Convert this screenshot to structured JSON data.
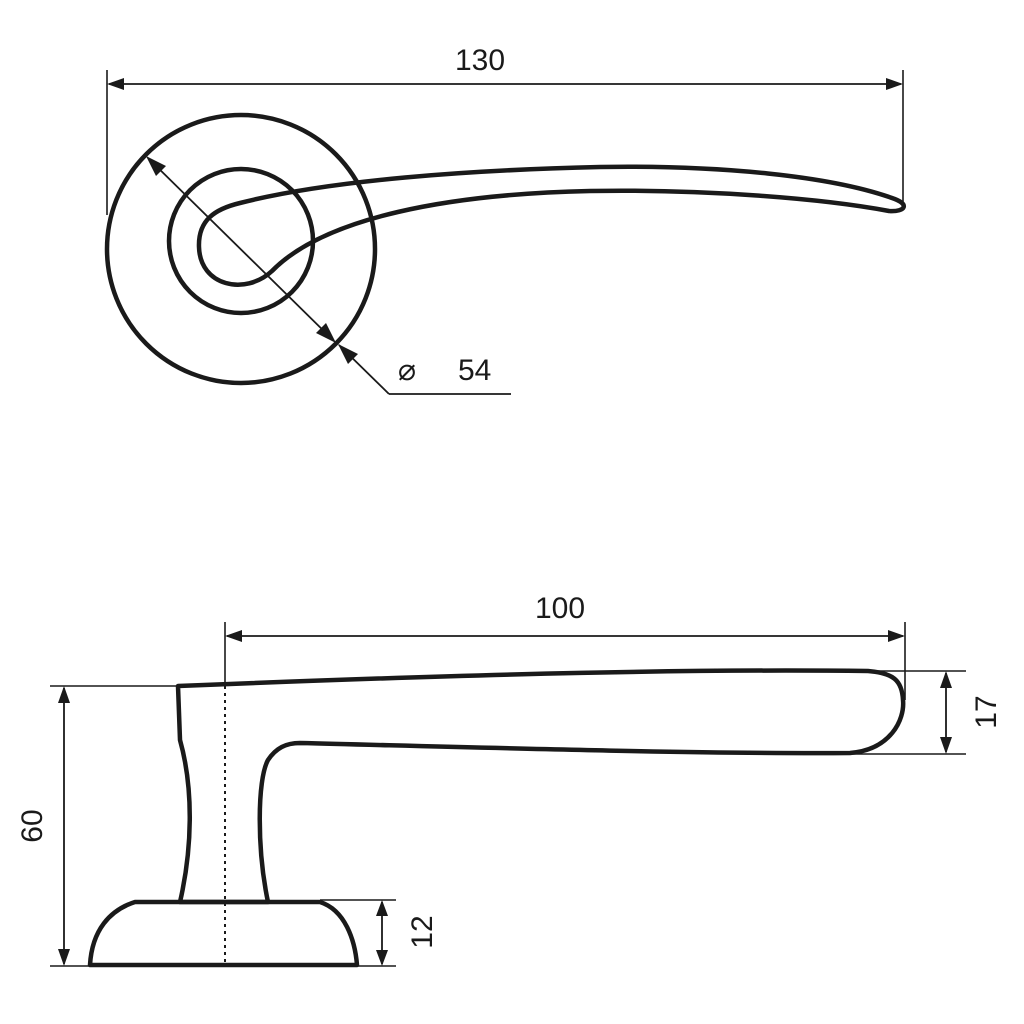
{
  "drawing": {
    "top_view": {
      "overall_length": "130",
      "rosette_diameter_symbol": "⌀",
      "rosette_diameter": "54"
    },
    "side_view": {
      "lever_length": "100",
      "total_height": "60",
      "lever_thickness": "17",
      "rosette_height": "12"
    }
  }
}
